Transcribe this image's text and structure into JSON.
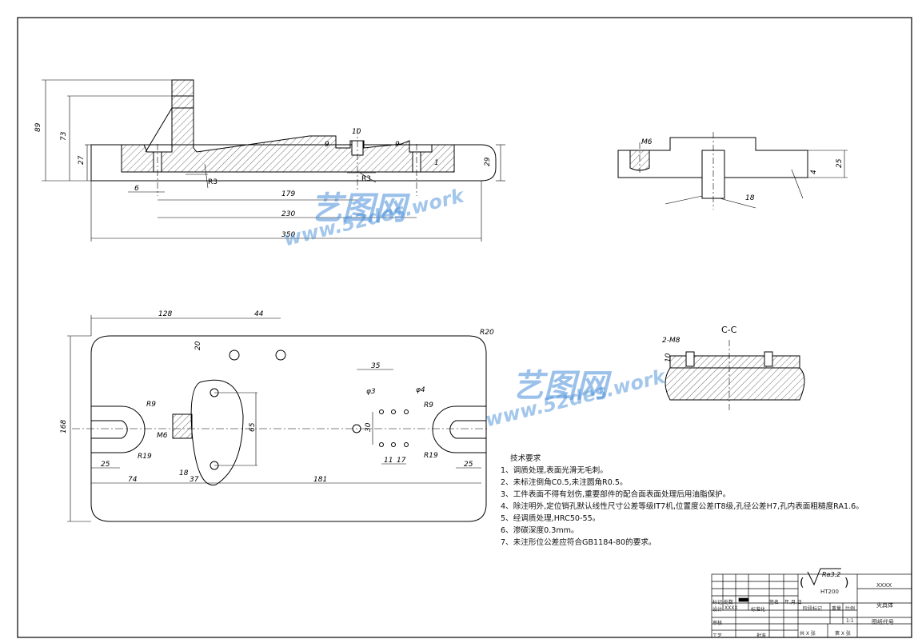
{
  "dimensions": {
    "top": {
      "d89": "89",
      "d73": "73",
      "d27": "27",
      "d29": "29",
      "d6": "6",
      "d9a": "9",
      "d10": "10",
      "d9b": "9",
      "d1": "1",
      "r3a": "R3",
      "r3b": "R3",
      "d179": "179",
      "d230": "230",
      "d350": "350"
    },
    "side": {
      "m6": "M6",
      "d25": "25",
      "d4": "4",
      "d18": "18"
    },
    "plan": {
      "d128": "128",
      "d44": "44",
      "d20": "20",
      "r20": "R20",
      "r9a": "R9",
      "r9b": "R9",
      "d168": "168",
      "r19a": "R19",
      "r19b": "R19",
      "d25a": "25",
      "d25b": "25",
      "m6": "M6",
      "d65": "65",
      "d35": "35",
      "phi3": "φ3",
      "phi4": "φ4",
      "d30": "30",
      "d11a": "11",
      "d17": "17",
      "d18": "18",
      "d74": "74",
      "d37": "37",
      "d181": "181"
    },
    "section": {
      "label": "C-C",
      "m8": "2-M8",
      "d10": "10"
    }
  },
  "roughness": {
    "value": "Ra3.2"
  },
  "technical_requirements": {
    "title": "技术要求",
    "items": [
      "1、调质处理,表面光滑无毛刺。",
      "2、未标注倒角C0.5,未注圆角R0.5。",
      "3、工件表面不得有划伤,重要部件的配合面表面处理后用油脂保护。",
      "4、除注明外,定位销孔默认线性尺寸公差等级IT7机,位置度公差IT8级,孔径公差H7,孔内表面粗糙度RA1.6。",
      "5、经调质处理,HRC50-55。",
      "6、渗碳深度0.3mm。",
      "7、未注形位公差应符合GB1184-80的要求。"
    ]
  },
  "title_block": {
    "material": "HT200",
    "company": "XXXX",
    "part_name": "夹具体",
    "scale": "1:1",
    "drawing_no": "图纸代号",
    "sheets_total": "共 X 张",
    "sheet_no": "第 X 张",
    "designer": "XXXX",
    "r_mark": "标记",
    "r_count": "处数",
    "r_date": "签名",
    "r_ymd": "年.月.日",
    "r_design": "设计",
    "r_std": "标准化",
    "r_check": "审核",
    "r_process": "工艺",
    "r_approve": "批准",
    "stage_mark": "阶段标记",
    "weight": "重量",
    "ratio": "比例"
  },
  "watermark": {
    "brand": "艺图网",
    "url": "www.52des.work"
  }
}
